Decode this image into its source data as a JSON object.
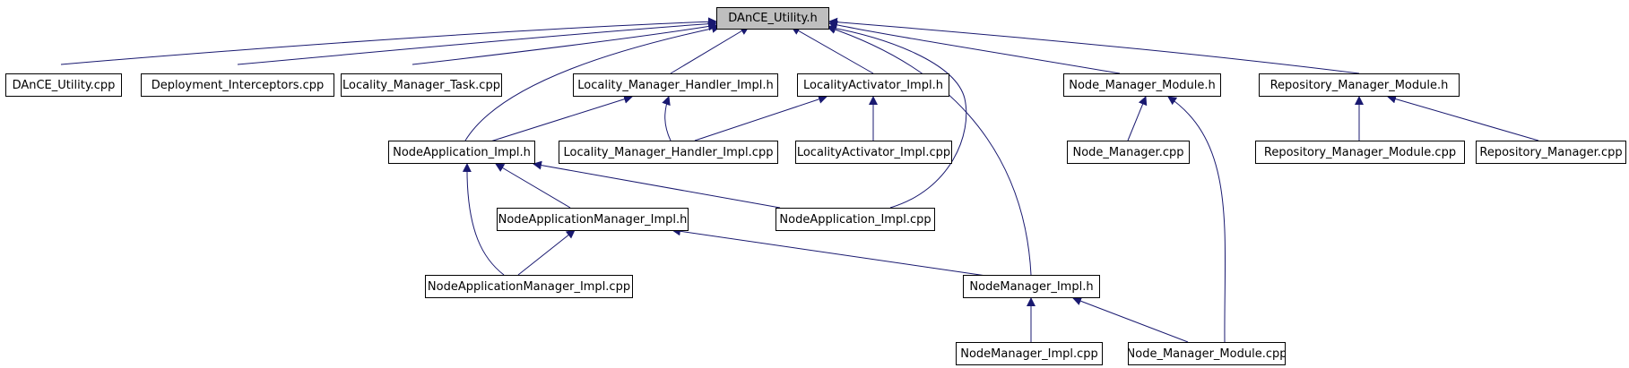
{
  "diagram": {
    "colors": {
      "edge": "#191970",
      "node_border": "#000000",
      "root_fill": "#bfbfbf",
      "node_fill": "#ffffff"
    },
    "nodes": {
      "root": "DAnCE_Utility.h",
      "dance_utility_cpp": "DAnCE_Utility.cpp",
      "deployment_interceptors_cpp": "Deployment_Interceptors.cpp",
      "locality_manager_task_cpp": "Locality_Manager_Task.cpp",
      "locality_manager_handler_impl_h": "Locality_Manager_Handler_Impl.h",
      "locality_activator_impl_h": "LocalityActivator_Impl.h",
      "node_manager_module_h": "Node_Manager_Module.h",
      "repository_manager_module_h": "Repository_Manager_Module.h",
      "node_application_impl_h": "NodeApplication_Impl.h",
      "locality_manager_handler_impl_cpp": "Locality_Manager_Handler_Impl.cpp",
      "locality_activator_impl_cpp": "LocalityActivator_Impl.cpp",
      "node_manager_cpp": "Node_Manager.cpp",
      "repository_manager_module_cpp": "Repository_Manager_Module.cpp",
      "repository_manager_cpp": "Repository_Manager.cpp",
      "node_application_manager_impl_h": "NodeApplicationManager_Impl.h",
      "node_application_impl_cpp": "NodeApplication_Impl.cpp",
      "node_application_manager_impl_cpp": "NodeApplicationManager_Impl.cpp",
      "node_manager_impl_h": "NodeManager_Impl.h",
      "node_manager_impl_cpp": "NodeManager_Impl.cpp",
      "node_manager_module_cpp": "Node_Manager_Module.cpp"
    }
  }
}
